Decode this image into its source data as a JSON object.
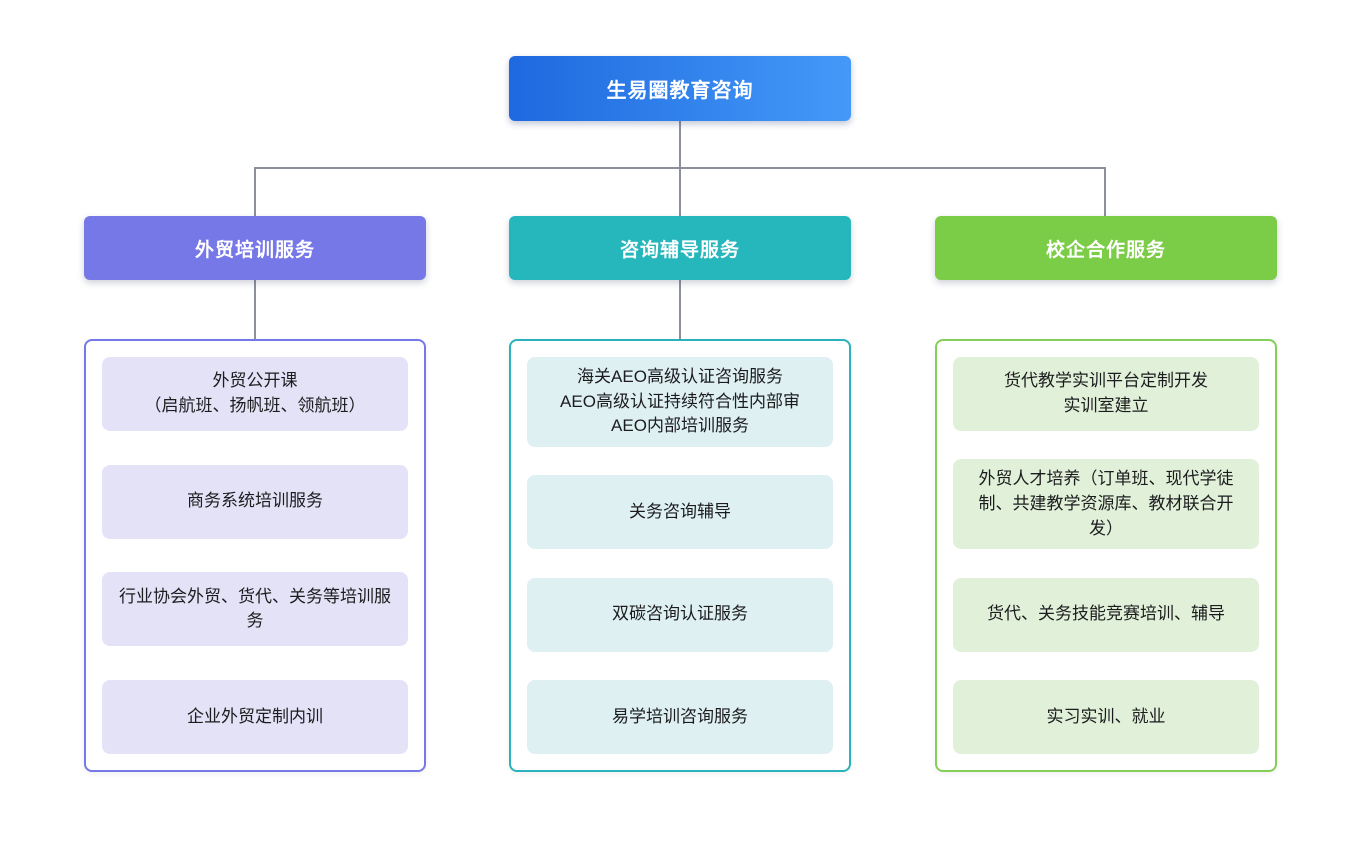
{
  "root": {
    "label": "生易圈教育咨询",
    "gradient_start": "#1e69df",
    "gradient_end": "#4499f8"
  },
  "branches": [
    {
      "label": "外贸培训服务",
      "theme": {
        "header_bg": "#7678e8",
        "border": "#7678e8",
        "item_bg": "#e4e2f7"
      },
      "items": [
        "外贸公开课\n（启航班、扬帆班、领航班）",
        "商务系统培训服务",
        "行业协会外贸、货代、关务等培训服务",
        "企业外贸定制内训"
      ]
    },
    {
      "label": "咨询辅导服务",
      "theme": {
        "header_bg": "#26b7bd",
        "border": "#2ab3bc",
        "item_bg": "#def0f2"
      },
      "items": [
        "海关AEO高级认证咨询服务\nAEO高级认证持续符合性内部审\nAEO内部培训服务",
        "关务咨询辅导",
        "双碳咨询认证服务",
        "易学培训咨询服务"
      ]
    },
    {
      "label": "校企合作服务",
      "theme": {
        "header_bg": "#7bcc47",
        "border": "#85cf58",
        "item_bg": "#e1f1d9"
      },
      "items": [
        "货代教学实训平台定制开发\n实训室建立",
        "外贸人才培养（订单班、现代学徒制、共建教学资源库、教材联合开发）",
        "货代、关务技能竞赛培训、辅导",
        "实习实训、就业"
      ]
    }
  ],
  "colors": {
    "connector": "#8b909a",
    "background": "#ffffff"
  }
}
